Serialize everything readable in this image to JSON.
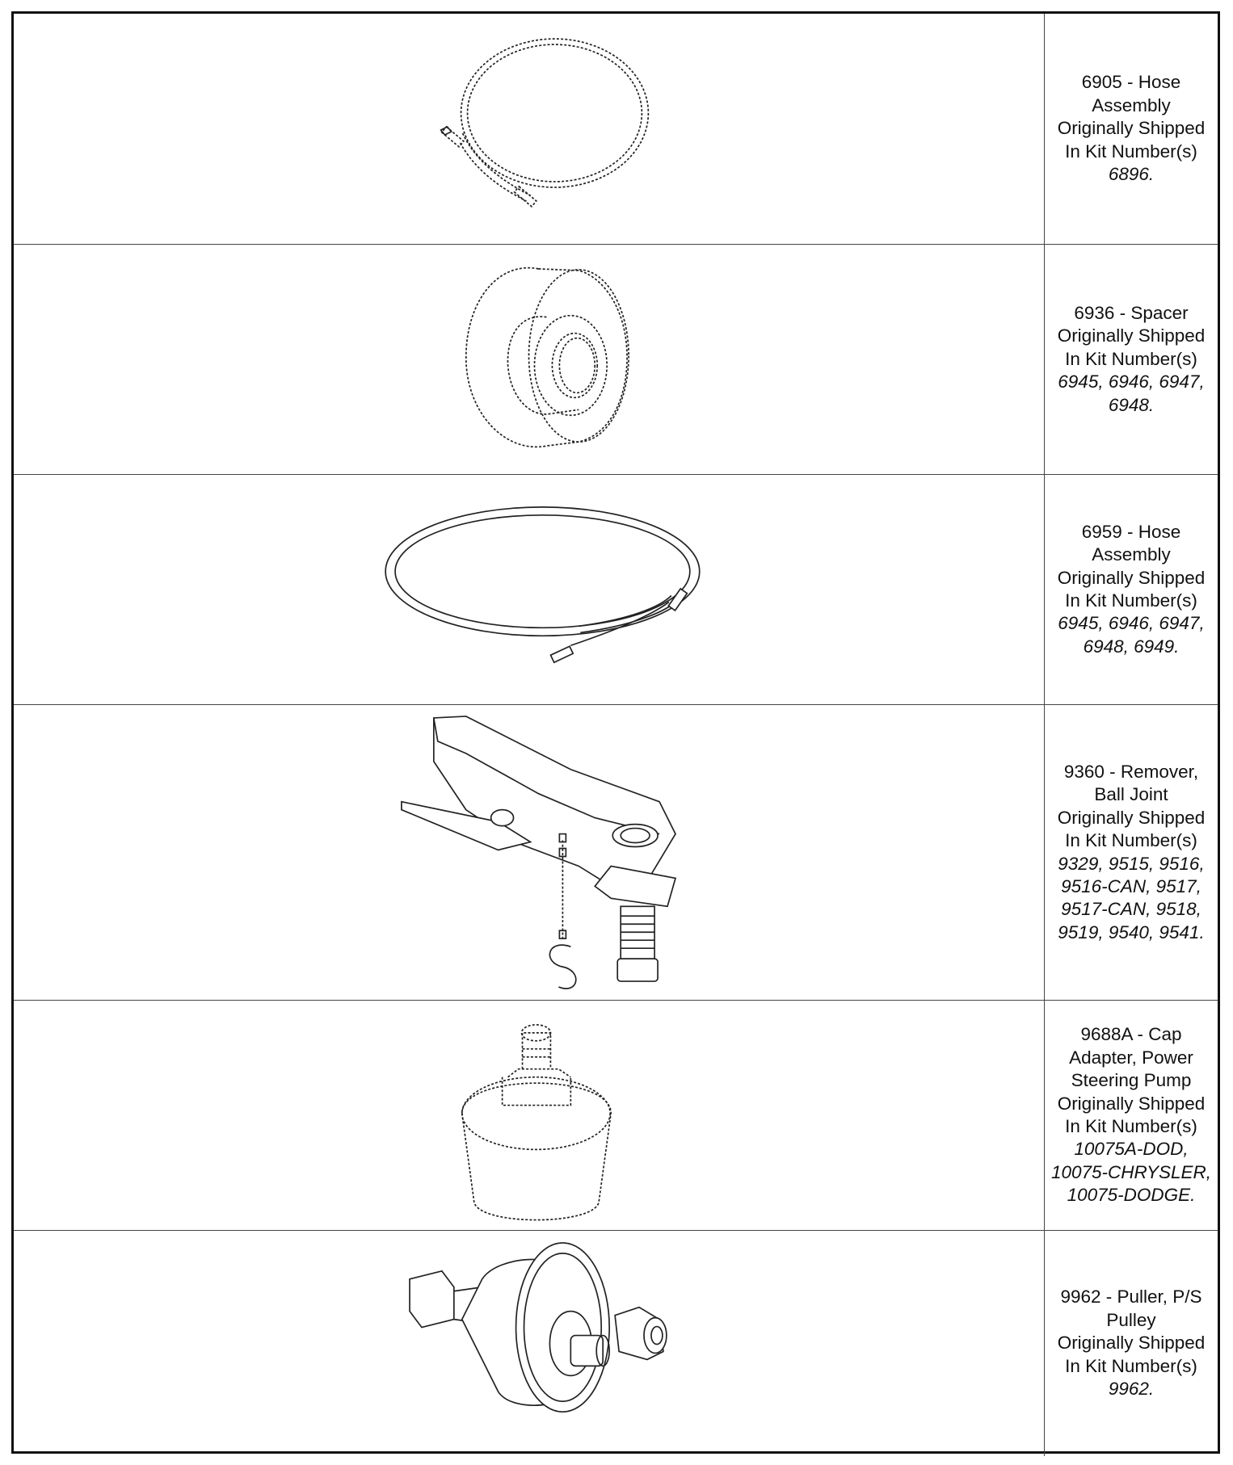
{
  "parts": [
    {
      "title_lines": [
        "6905 - Hose",
        "Assembly"
      ],
      "shipped_lines": [
        "Originally Shipped",
        "In Kit Number(s)"
      ],
      "kit_lines": [
        "6896."
      ],
      "icon": "hose-coil-icon"
    },
    {
      "title_lines": [
        "6936 - Spacer"
      ],
      "shipped_lines": [
        "Originally Shipped",
        "In Kit Number(s)"
      ],
      "kit_lines": [
        "6945, 6946, 6947,",
        "6948."
      ],
      "icon": "spacer-disc-icon"
    },
    {
      "title_lines": [
        "6959 - Hose",
        "Assembly"
      ],
      "shipped_lines": [
        "Originally Shipped",
        "In Kit Number(s)"
      ],
      "kit_lines": [
        "6945, 6946, 6947,",
        "6948, 6949."
      ],
      "icon": "hose-loop-icon"
    },
    {
      "title_lines": [
        "9360 - Remover,",
        "Ball Joint"
      ],
      "shipped_lines": [
        "Originally Shipped",
        "In Kit Number(s)"
      ],
      "kit_lines": [
        "9329, 9515, 9516,",
        "9516-CAN, 9517,",
        "9517-CAN, 9518,",
        "9519, 9540, 9541."
      ],
      "icon": "ball-joint-remover-icon"
    },
    {
      "title_lines": [
        "9688A - Cap",
        "Adapter, Power",
        "Steering Pump"
      ],
      "shipped_lines": [
        "Originally Shipped",
        "In Kit Number(s)"
      ],
      "kit_lines": [
        "10075A-DOD,",
        "10075-CHRYSLER,",
        "10075-DODGE."
      ],
      "icon": "cap-adapter-icon"
    },
    {
      "title_lines": [
        "9962 - Puller, P/S",
        "Pulley"
      ],
      "shipped_lines": [
        "Originally Shipped",
        "In Kit Number(s)"
      ],
      "kit_lines": [
        "9962."
      ],
      "icon": "pulley-puller-icon"
    }
  ]
}
